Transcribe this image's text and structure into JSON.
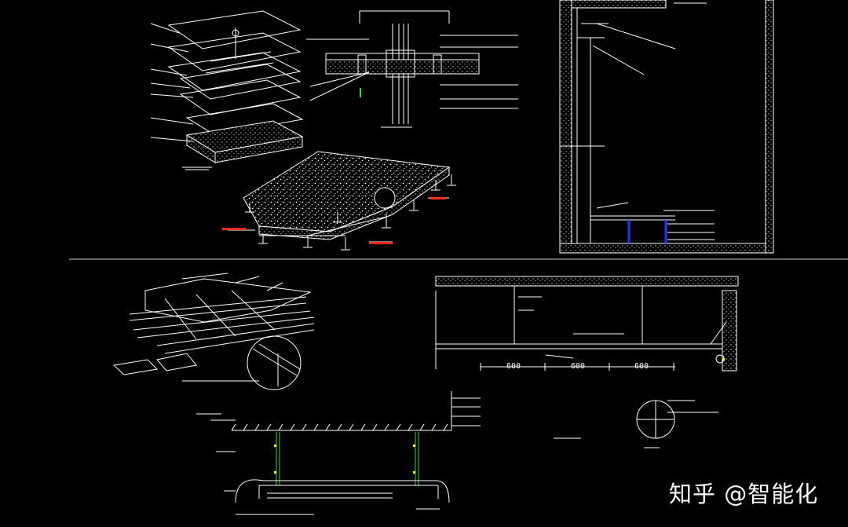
{
  "watermark": "知乎 @智能化",
  "dimensions": {
    "d1": "600",
    "d2": "600",
    "d3": "600"
  },
  "colors": {
    "background": "#000000",
    "line": "#ffffff",
    "accent_red": "#ff2a1a",
    "accent_blue": "#2a39ff",
    "accent_green": "#3ad13a",
    "accent_yellow": "#ffff00"
  }
}
